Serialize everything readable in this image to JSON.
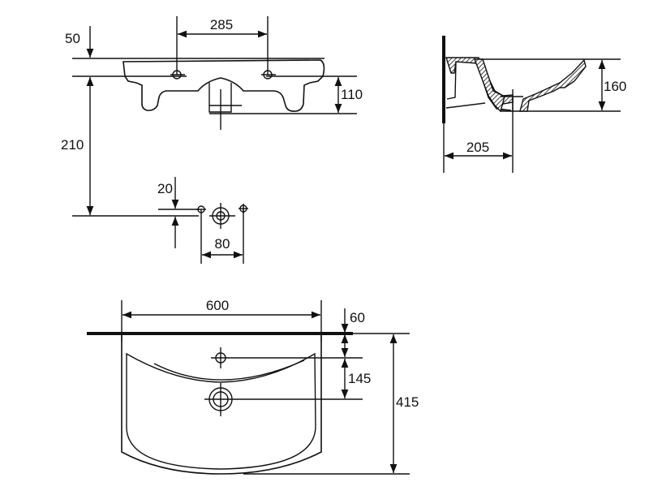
{
  "front_view": {
    "dims": {
      "top_offset": "50",
      "tap_spacing": "285",
      "depth": "110",
      "waste_height": "210",
      "pipe_offset": "20",
      "pipe_spacing": "80"
    }
  },
  "side_view": {
    "dims": {
      "height": "160",
      "waste_from_wall": "205"
    }
  },
  "plan_view": {
    "dims": {
      "width": "600",
      "tap_from_wall": "60",
      "tap_to_waste": "145",
      "projection": "415"
    }
  }
}
